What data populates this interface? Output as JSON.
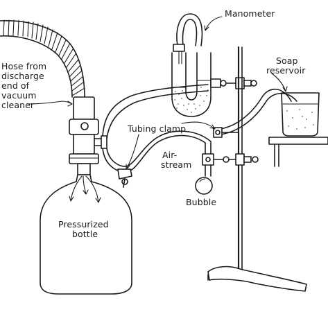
{
  "labels": {
    "hose_line1": "Hose from",
    "hose_line2": "discharge",
    "hose_line3": "end of",
    "hose_line4": "vacuum",
    "hose_line5": "cleaner",
    "manometer": "Manometer",
    "soap_line1": "Soap",
    "soap_line2": "reservoir",
    "tubing_clamp": "Tubing clamp",
    "airstream_line1": "Air-",
    "airstream_line2": "stream",
    "bubble": "Bubble",
    "bottle_line1": "Pressurized",
    "bottle_line2": "bottle"
  }
}
